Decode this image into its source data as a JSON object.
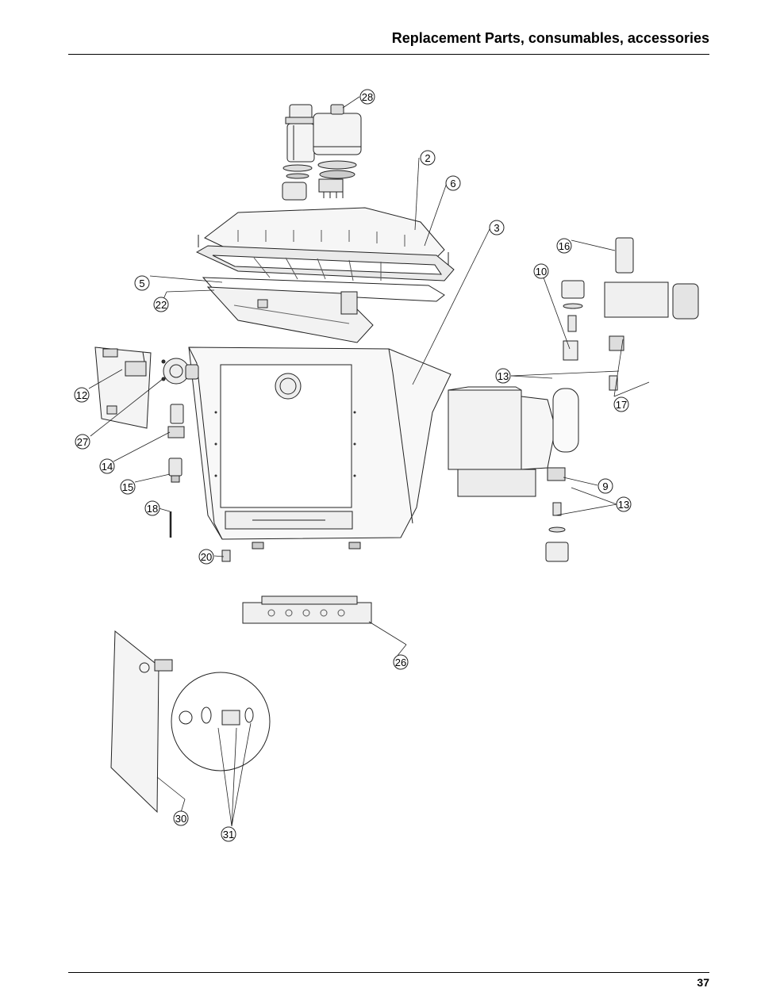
{
  "header": {
    "title": "Replacement Parts, consumables, accessories"
  },
  "footer": {
    "page_number": "37"
  },
  "figure": {
    "callouts": [
      "28",
      "2",
      "6",
      "3",
      "16",
      "10",
      "5",
      "22",
      "13",
      "17",
      "12",
      "27",
      "14",
      "15",
      "9",
      "13",
      "18",
      "20",
      "26",
      "30",
      "31"
    ]
  }
}
